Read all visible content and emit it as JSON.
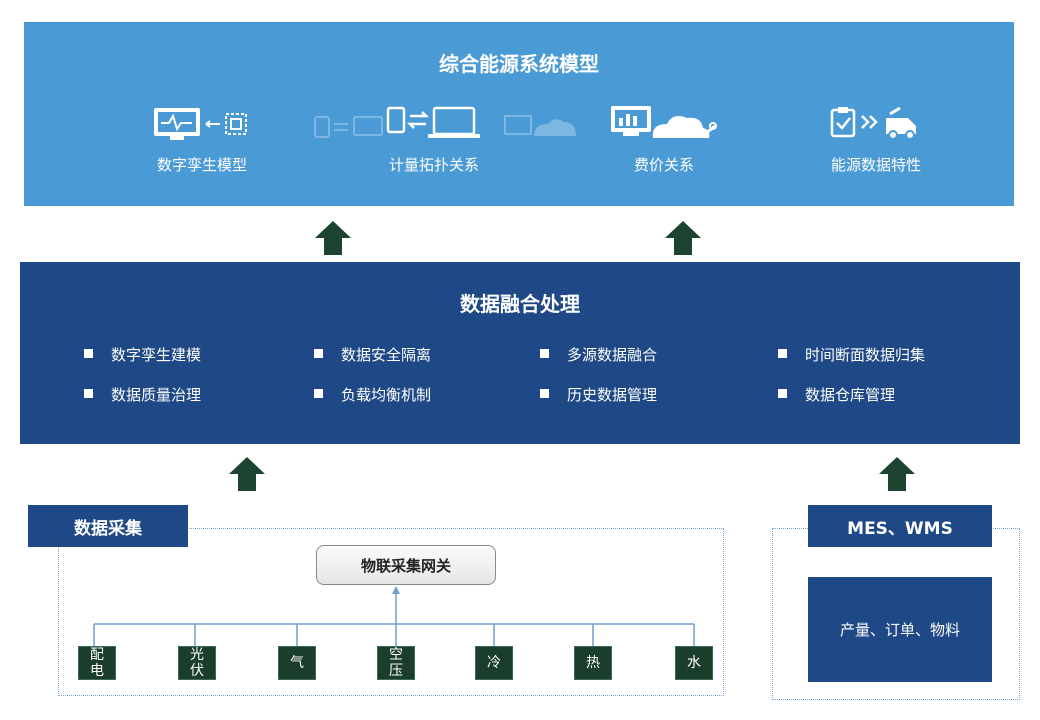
{
  "model_panel": {
    "title": "综合能源系统模型",
    "features": [
      {
        "label": "数字孪生模型",
        "icon": "monitor-chip-icon"
      },
      {
        "label": "计量拓扑关系",
        "icon": "devices-sync-icon"
      },
      {
        "label": "费价关系",
        "icon": "monitor-cloud-icon"
      },
      {
        "label": "能源数据特性",
        "icon": "clipboard-truck-icon"
      }
    ]
  },
  "fusion_panel": {
    "title": "数据融合处理",
    "items": [
      "数字孪生建模",
      "数据安全隔离",
      "多源数据融合",
      "时间断面数据归集",
      "数据质量治理",
      "负载均衡机制",
      "历史数据管理",
      "数据仓库管理"
    ]
  },
  "data_collection": {
    "tag": "数据采集",
    "gateway": "物联采集网关",
    "sources": [
      {
        "line1": "配",
        "line2": "电"
      },
      {
        "line1": "光",
        "line2": "伏"
      },
      {
        "line1": "气",
        "line2": ""
      },
      {
        "line1": "空",
        "line2": "压"
      },
      {
        "line1": "冷",
        "line2": ""
      },
      {
        "line1": "热",
        "line2": ""
      },
      {
        "line1": "水",
        "line2": ""
      }
    ]
  },
  "mes_wms": {
    "tag": "MES、WMS",
    "content": "产量、订单、物料"
  },
  "colors": {
    "model_bg": "#4a9ad6",
    "fusion_bg": "#1f4986",
    "arrow": "#1c4430",
    "source_box": "#1a3d2c"
  }
}
